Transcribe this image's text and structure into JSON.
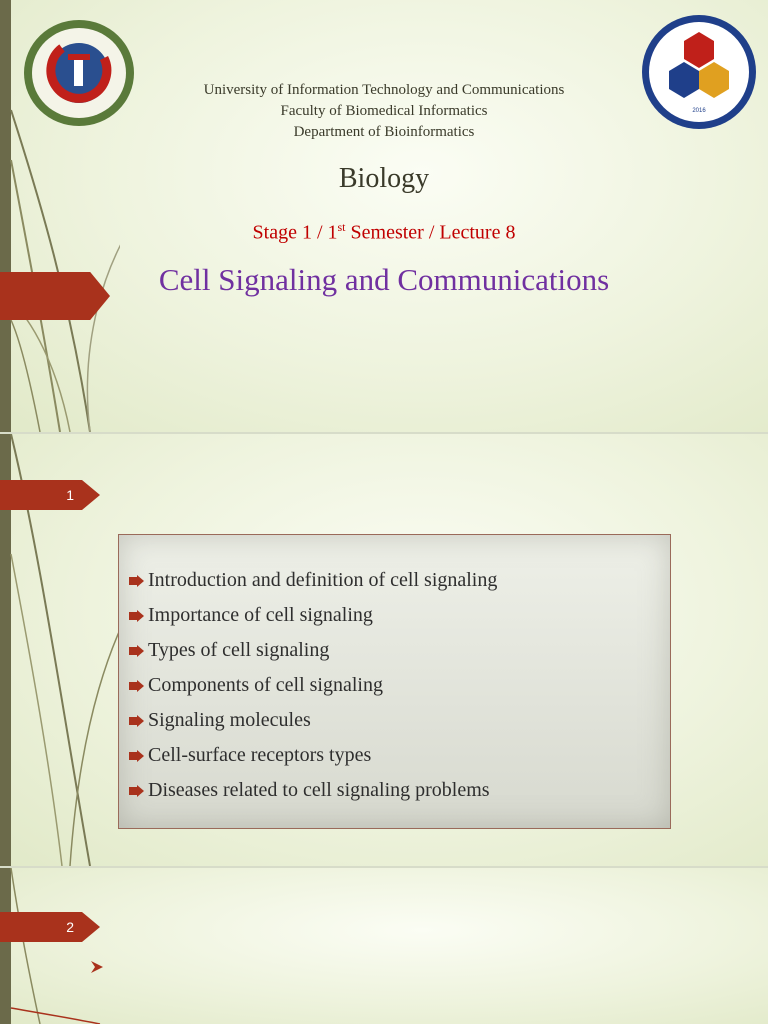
{
  "slide1": {
    "header_lines": [
      "University of Information Technology and Communications",
      "Faculty of Biomedical Informatics",
      "Department of Bioinformatics"
    ],
    "subject": "Biology",
    "stage_prefix": "Stage 1 / 1",
    "stage_sup": "st",
    "stage_suffix": " Semester / Lecture 8",
    "title": "Cell Signaling and Communications",
    "logo_left": "university-logo",
    "logo_right": "college-logo",
    "logo_right_year": "2016"
  },
  "slide2": {
    "number": "1",
    "items": [
      "Introduction and definition of cell signaling",
      "Importance of cell signaling",
      "Types of cell signaling",
      "Components of cell signaling",
      "Signaling molecules",
      "Cell-surface receptors types",
      "Diseases related to cell signaling problems"
    ]
  },
  "slide3": {
    "number": "2",
    "bullet_icon": "arrowhead-bullet-icon"
  },
  "colors": {
    "accent": "#a9321c",
    "title": "#7030a0",
    "stage": "#c00000"
  }
}
